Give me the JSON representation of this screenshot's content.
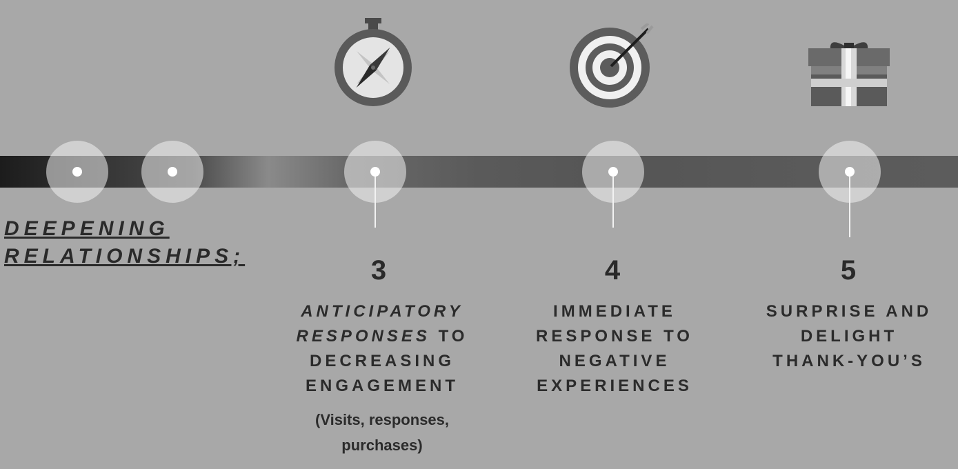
{
  "section_title": {
    "line1": "DEEPENING",
    "line2": "RELATIONSHIPS;"
  },
  "steps": [
    {
      "number": "3",
      "icon": "compass-icon",
      "line1": "ANTICIPATORY",
      "line2_italic": "RESPONSES",
      "line2_rest": "TO",
      "line3": "DECREASING",
      "line4": "ENGAGEMENT",
      "note_line1": "(Visits, responses,",
      "note_line2": "purchases)"
    },
    {
      "number": "4",
      "icon": "target-icon",
      "line1": "IMMEDIATE",
      "line2": "RESPONSE TO",
      "line3": "NEGATIVE",
      "line4": "EXPERIENCES"
    },
    {
      "number": "5",
      "icon": "gift-icon",
      "line1": "SURPRISE AND",
      "line2": "DELIGHT",
      "line3": "THANK-YOU’S"
    }
  ]
}
